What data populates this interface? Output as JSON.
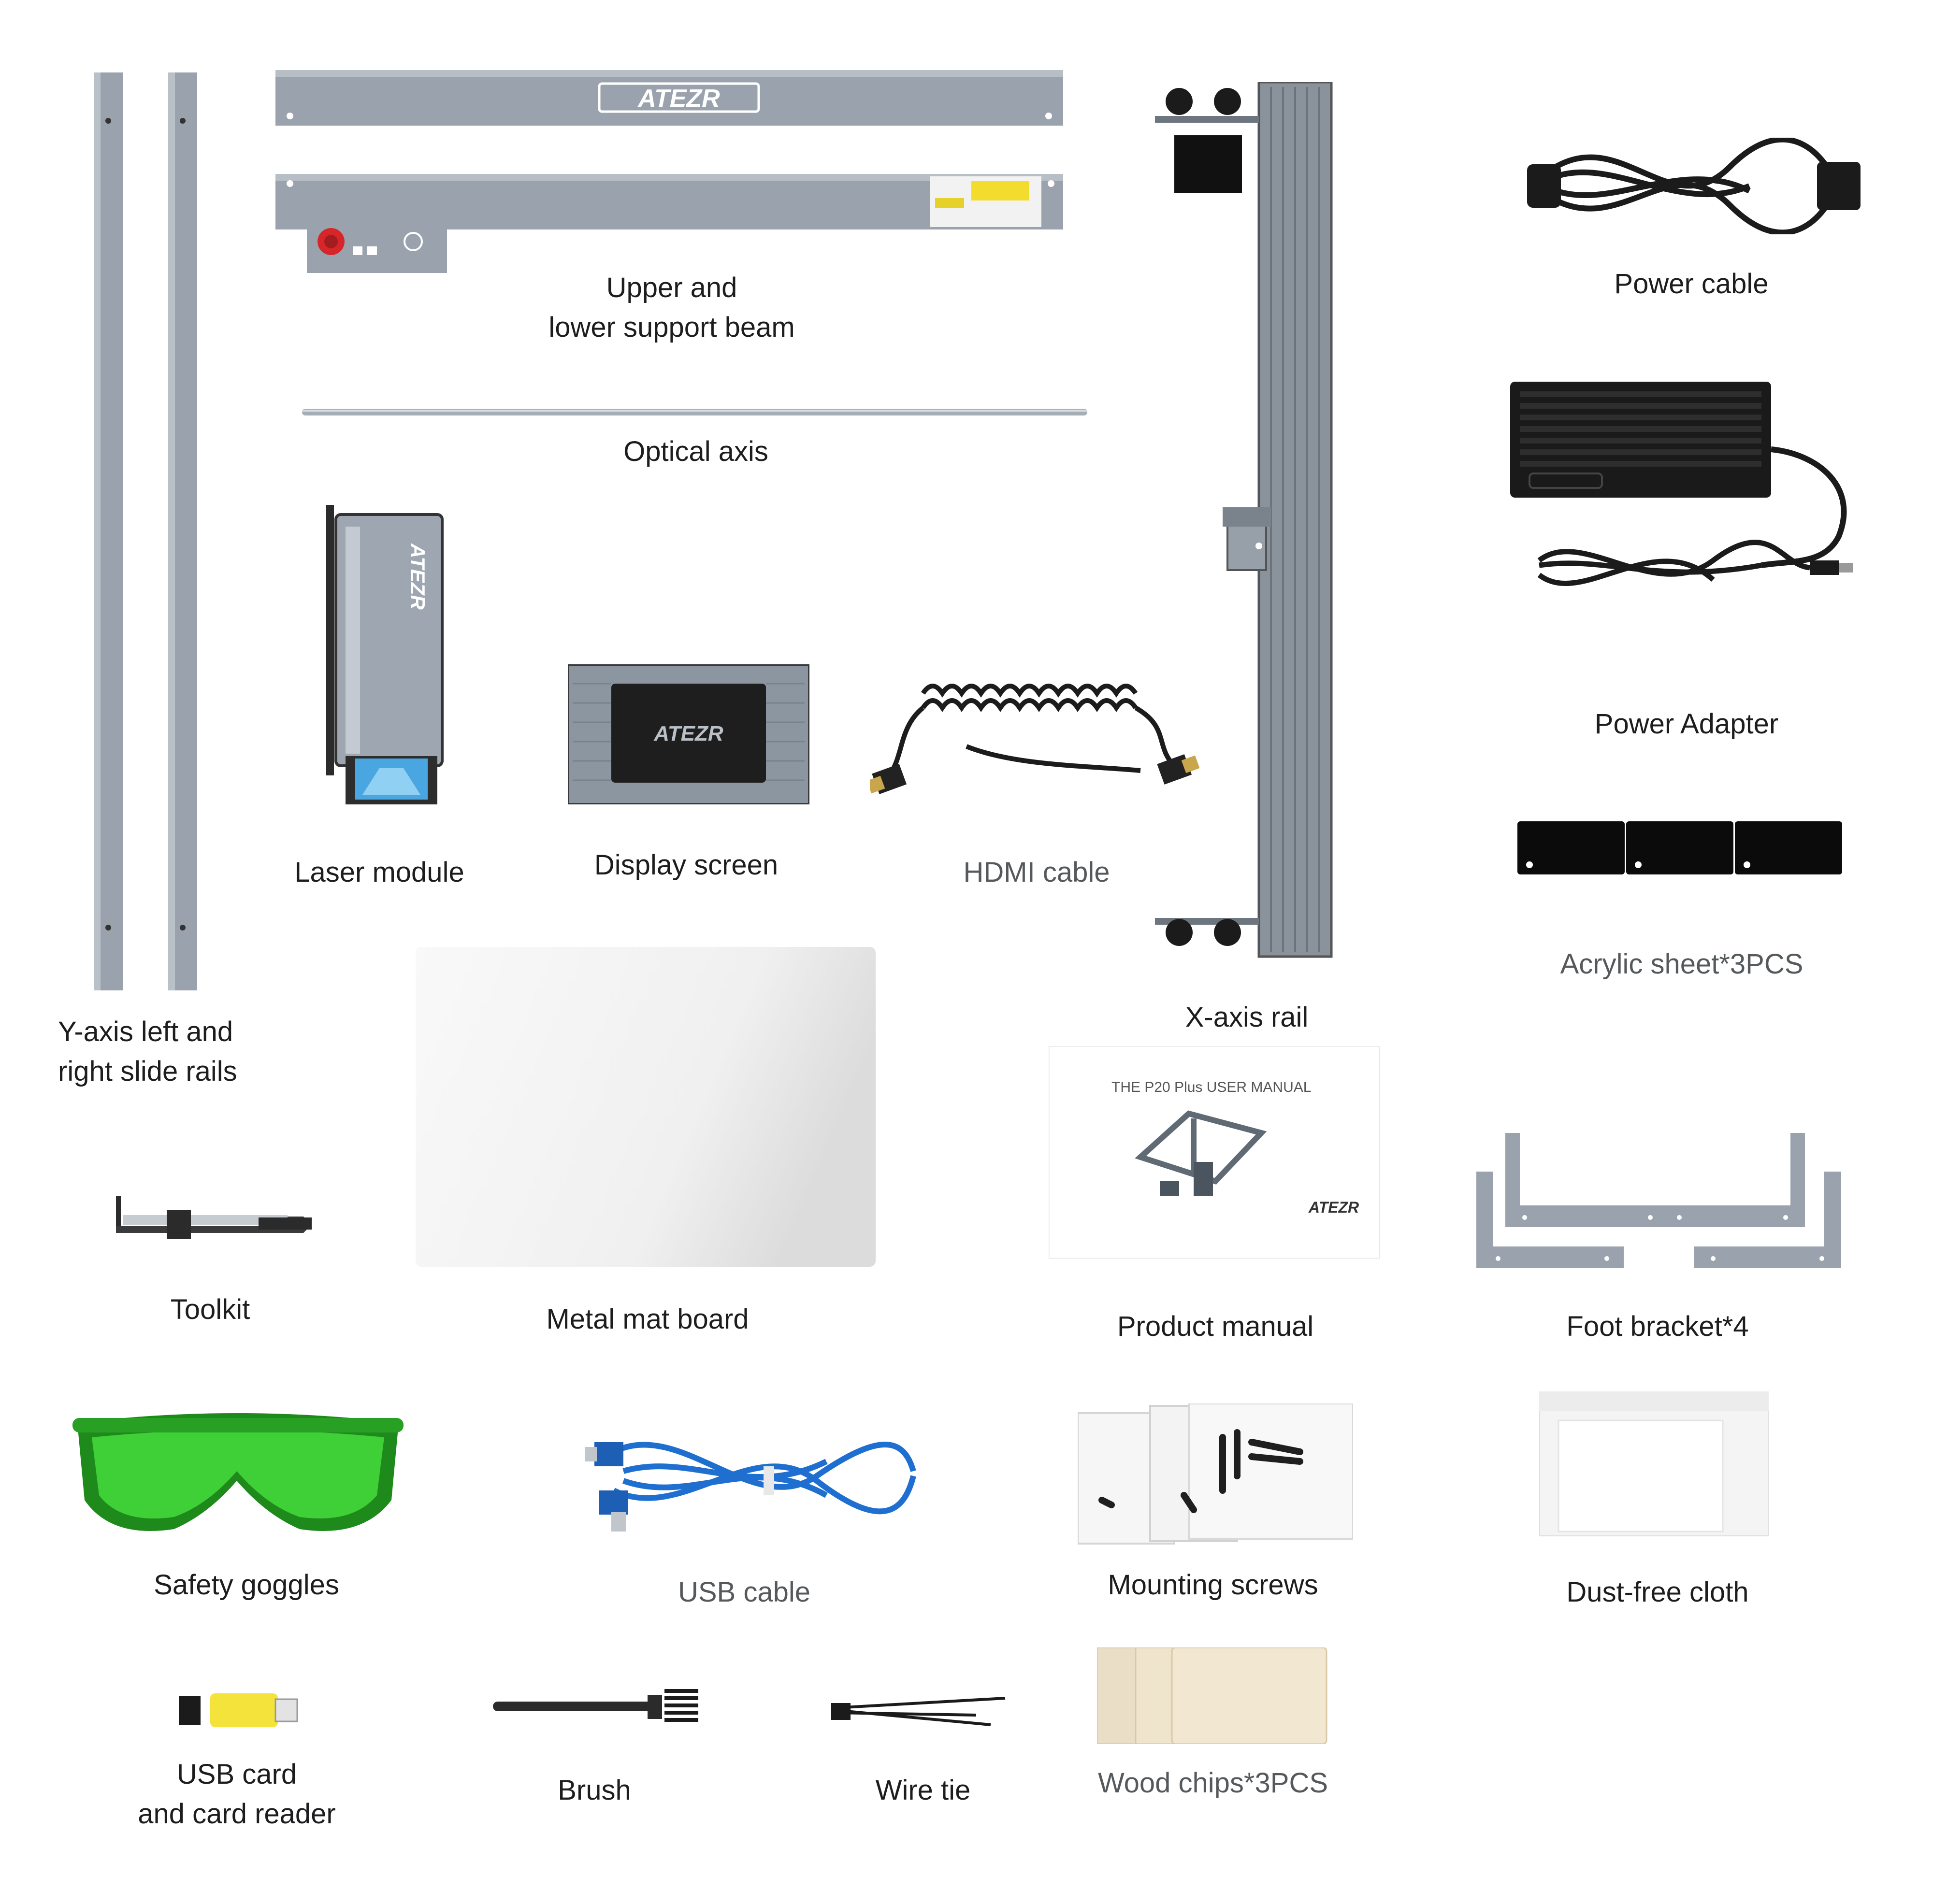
{
  "brand": {
    "logo_text": "ATEZR"
  },
  "colors": {
    "aluminium": "#9aa3ad",
    "aluminium_dark": "#6f7881",
    "black": "#1b1b1b",
    "goggle_green": "#2fb12a",
    "usb_blue": "#1f6fd1",
    "reader_yellow": "#f3e33a",
    "wood": "#eadfc6"
  },
  "items": [
    {
      "key": "y_rails",
      "label_lines": [
        "Y-axis left and",
        "right slide rails"
      ],
      "icon": "rail-pair-icon"
    },
    {
      "key": "beams",
      "label_lines": [
        "Upper and",
        "lower support beam"
      ],
      "icon": "beam-icon"
    },
    {
      "key": "optical_axis",
      "label_lines": [
        "Optical axis"
      ],
      "icon": "rod-icon"
    },
    {
      "key": "laser_module",
      "label_lines": [
        "Laser module"
      ],
      "icon": "laser-module-icon"
    },
    {
      "key": "display",
      "label_lines": [
        "Display screen"
      ],
      "icon": "display-icon"
    },
    {
      "key": "hdmi",
      "label_lines": [
        "HDMI cable"
      ],
      "icon": "hdmi-cable-icon"
    },
    {
      "key": "x_rail",
      "label_lines": [
        "X-axis rail"
      ],
      "icon": "x-rail-icon"
    },
    {
      "key": "power_cable",
      "label_lines": [
        "Power cable"
      ],
      "icon": "power-cable-icon"
    },
    {
      "key": "power_adapter",
      "label_lines": [
        "Power Adapter"
      ],
      "icon": "power-adapter-icon"
    },
    {
      "key": "acrylic",
      "label_lines": [
        "Acrylic sheet*3PCS"
      ],
      "icon": "acrylic-sheet-icon"
    },
    {
      "key": "toolkit",
      "label_lines": [
        "Toolkit"
      ],
      "icon": "toolkit-icon"
    },
    {
      "key": "metal_mat",
      "label_lines": [
        "Metal mat board"
      ],
      "icon": "metal-mat-icon"
    },
    {
      "key": "manual",
      "label_lines": [
        "Product manual"
      ],
      "icon": "manual-icon",
      "cover_title": "THE P20 Plus USER MANUAL"
    },
    {
      "key": "foot_bracket",
      "label_lines": [
        "Foot bracket*4"
      ],
      "icon": "foot-bracket-icon"
    },
    {
      "key": "goggles",
      "label_lines": [
        "Safety goggles"
      ],
      "icon": "goggles-icon"
    },
    {
      "key": "usb_cable",
      "label_lines": [
        "USB cable"
      ],
      "icon": "usb-cable-icon"
    },
    {
      "key": "screws",
      "label_lines": [
        "Mounting screws"
      ],
      "icon": "screws-icon"
    },
    {
      "key": "cloth",
      "label_lines": [
        "Dust-free cloth"
      ],
      "icon": "cloth-icon"
    },
    {
      "key": "card_reader",
      "label_lines": [
        "USB card",
        "and card reader"
      ],
      "icon": "card-reader-icon"
    },
    {
      "key": "brush",
      "label_lines": [
        "Brush"
      ],
      "icon": "brush-icon"
    },
    {
      "key": "wire_tie",
      "label_lines": [
        "Wire tie"
      ],
      "icon": "wire-tie-icon"
    },
    {
      "key": "wood",
      "label_lines": [
        "Wood chips*3PCS"
      ],
      "icon": "wood-chips-icon"
    }
  ]
}
